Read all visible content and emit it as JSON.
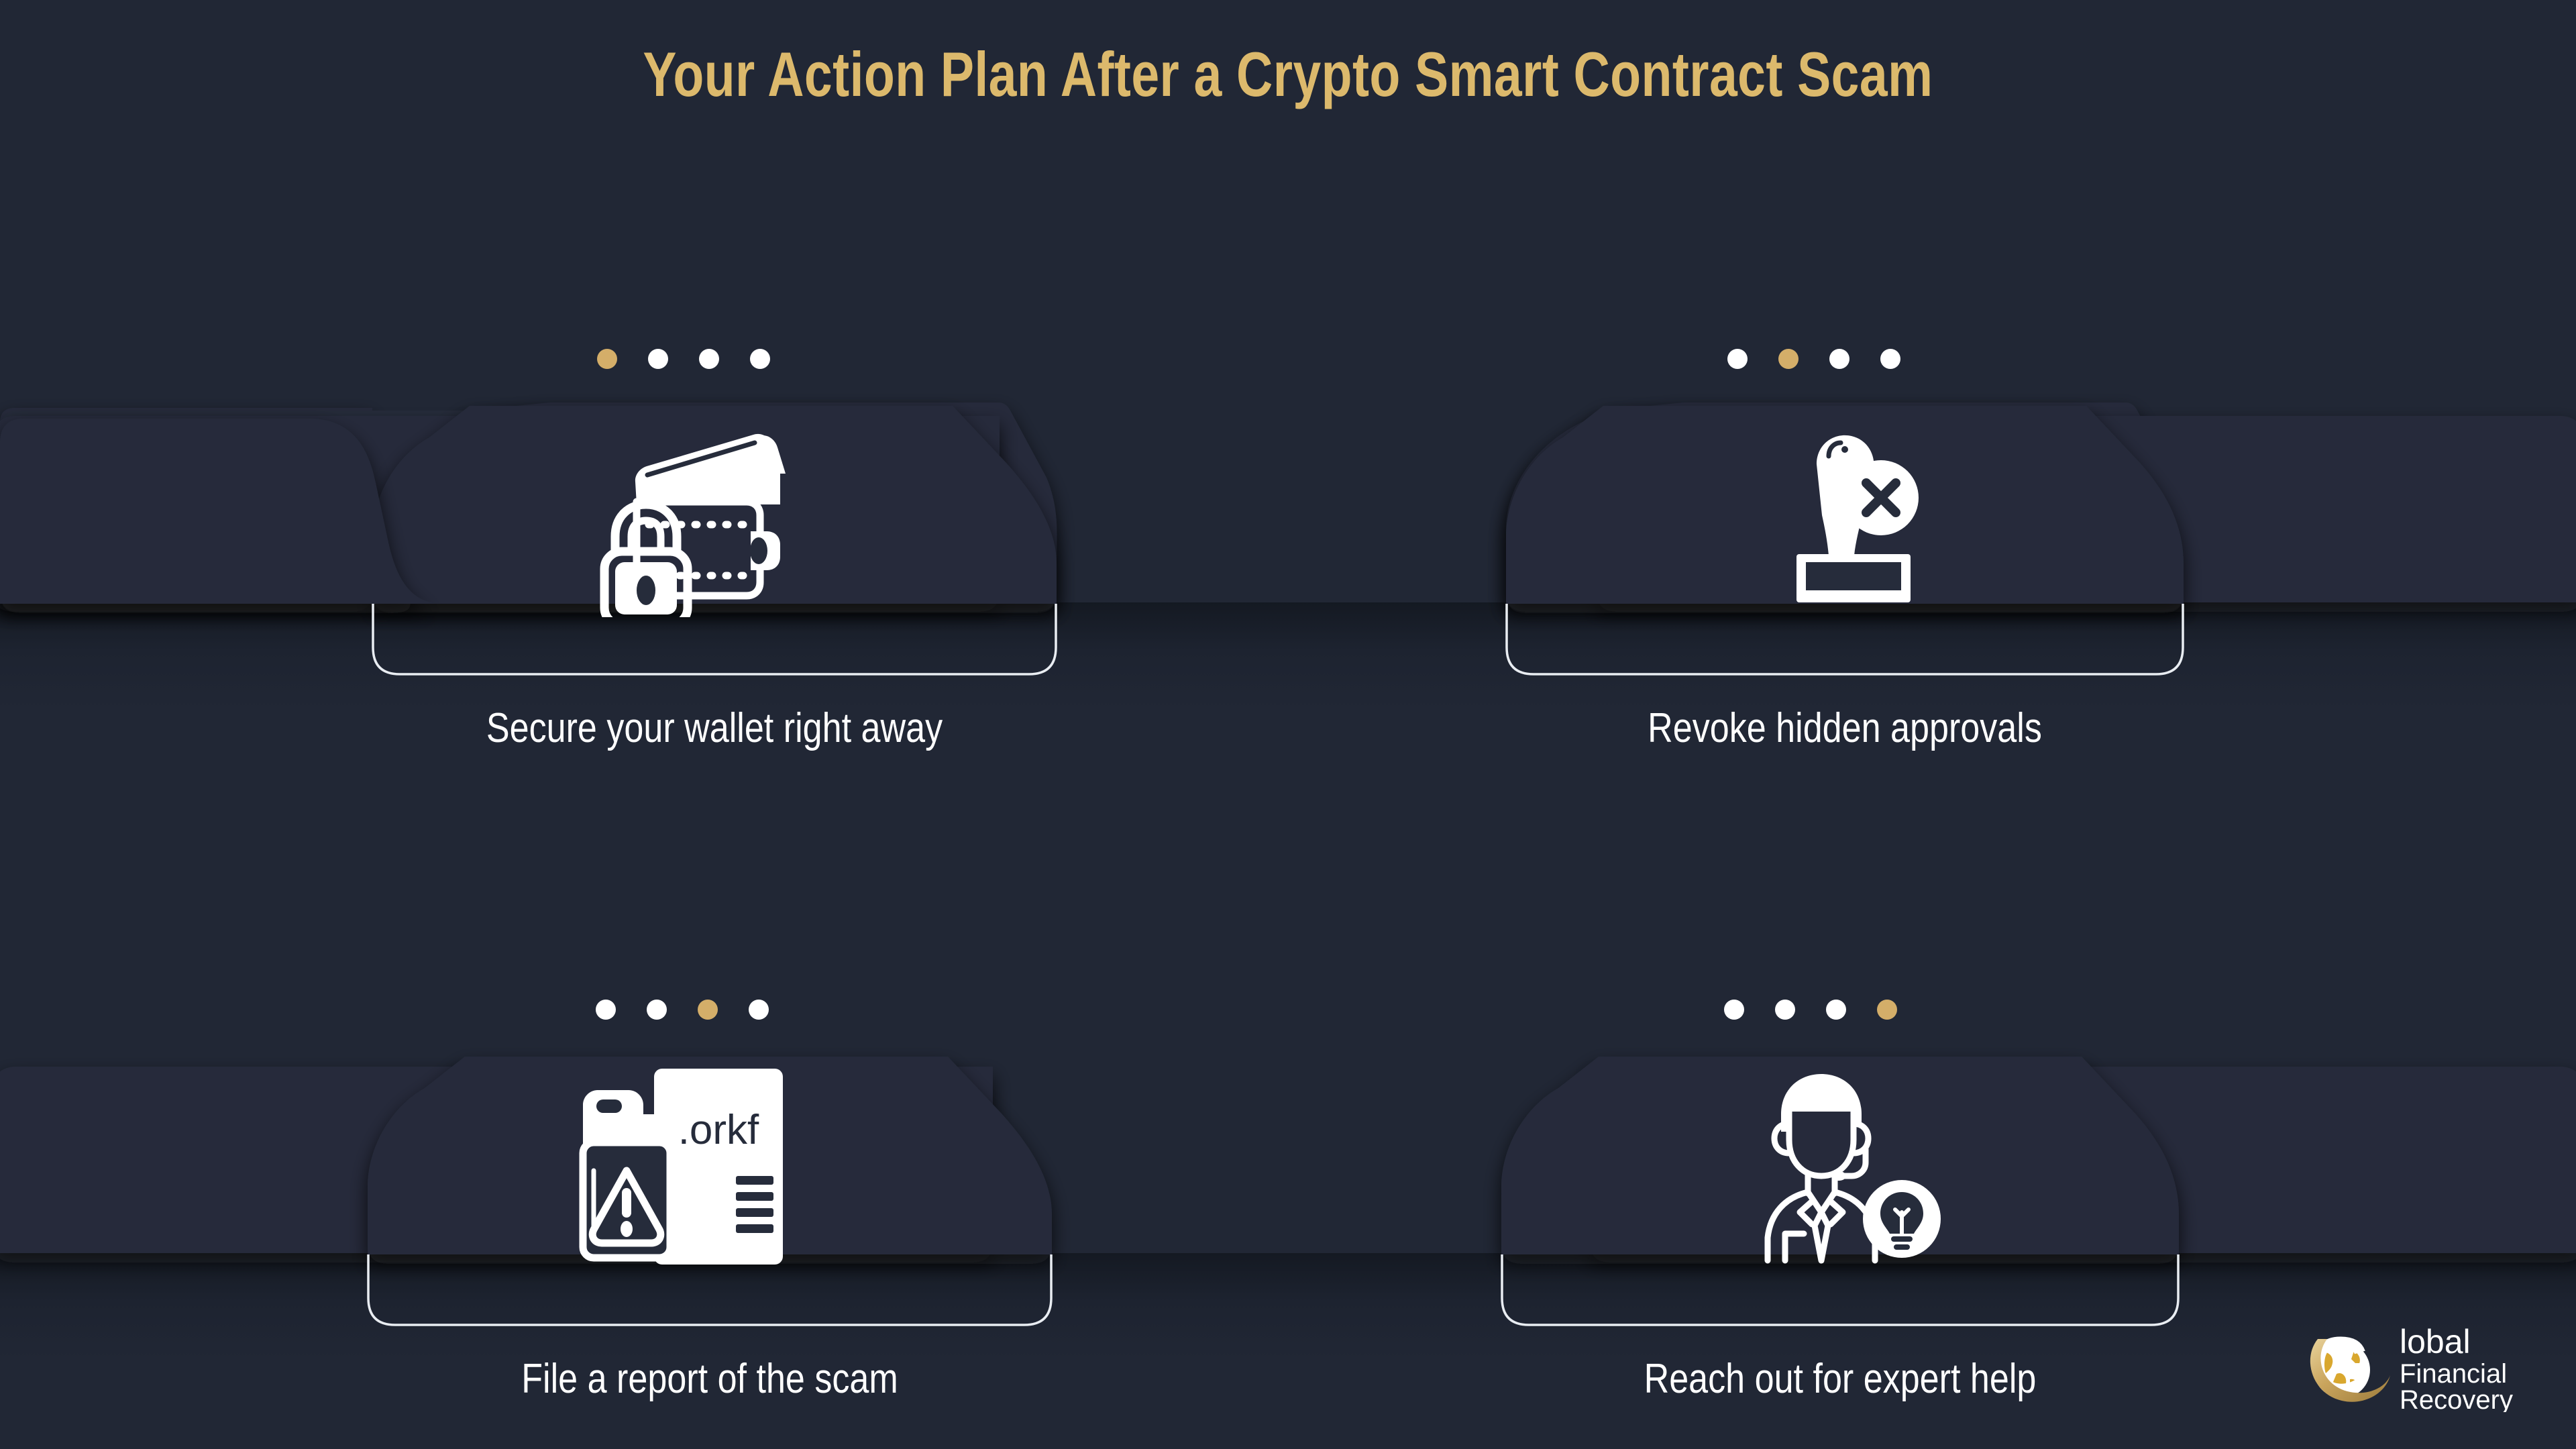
{
  "page": {
    "title": "Your Action Plan After a Crypto Smart Contract Scam",
    "background_color": "#212735",
    "accent_color": "#DCB96C",
    "text_color": "#FFFFFF",
    "mesa_color": "#262C3B",
    "band_color": "#1E2430"
  },
  "steps": [
    {
      "index": 1,
      "label": "Secure your wallet right away",
      "icon": "wallet-lock-icon",
      "dot_count": 4,
      "active_dot": 1
    },
    {
      "index": 2,
      "label": "Revoke hidden approvals",
      "icon": "stamp-cancel-icon",
      "dot_count": 4,
      "active_dot": 2
    },
    {
      "index": 3,
      "label": "File a report of the scam",
      "icon": "report-folder-warning-icon",
      "dot_count": 4,
      "active_dot": 3,
      "file_extension": ".orkf"
    },
    {
      "index": 4,
      "label": "Reach out for expert help",
      "icon": "support-agent-idea-icon",
      "dot_count": 4,
      "active_dot": 4
    }
  ],
  "logo": {
    "mark": "globe-g-icon",
    "line1": "lobal",
    "line2": "Financial",
    "line3": "Recovery",
    "gold": "#C9A45C"
  }
}
